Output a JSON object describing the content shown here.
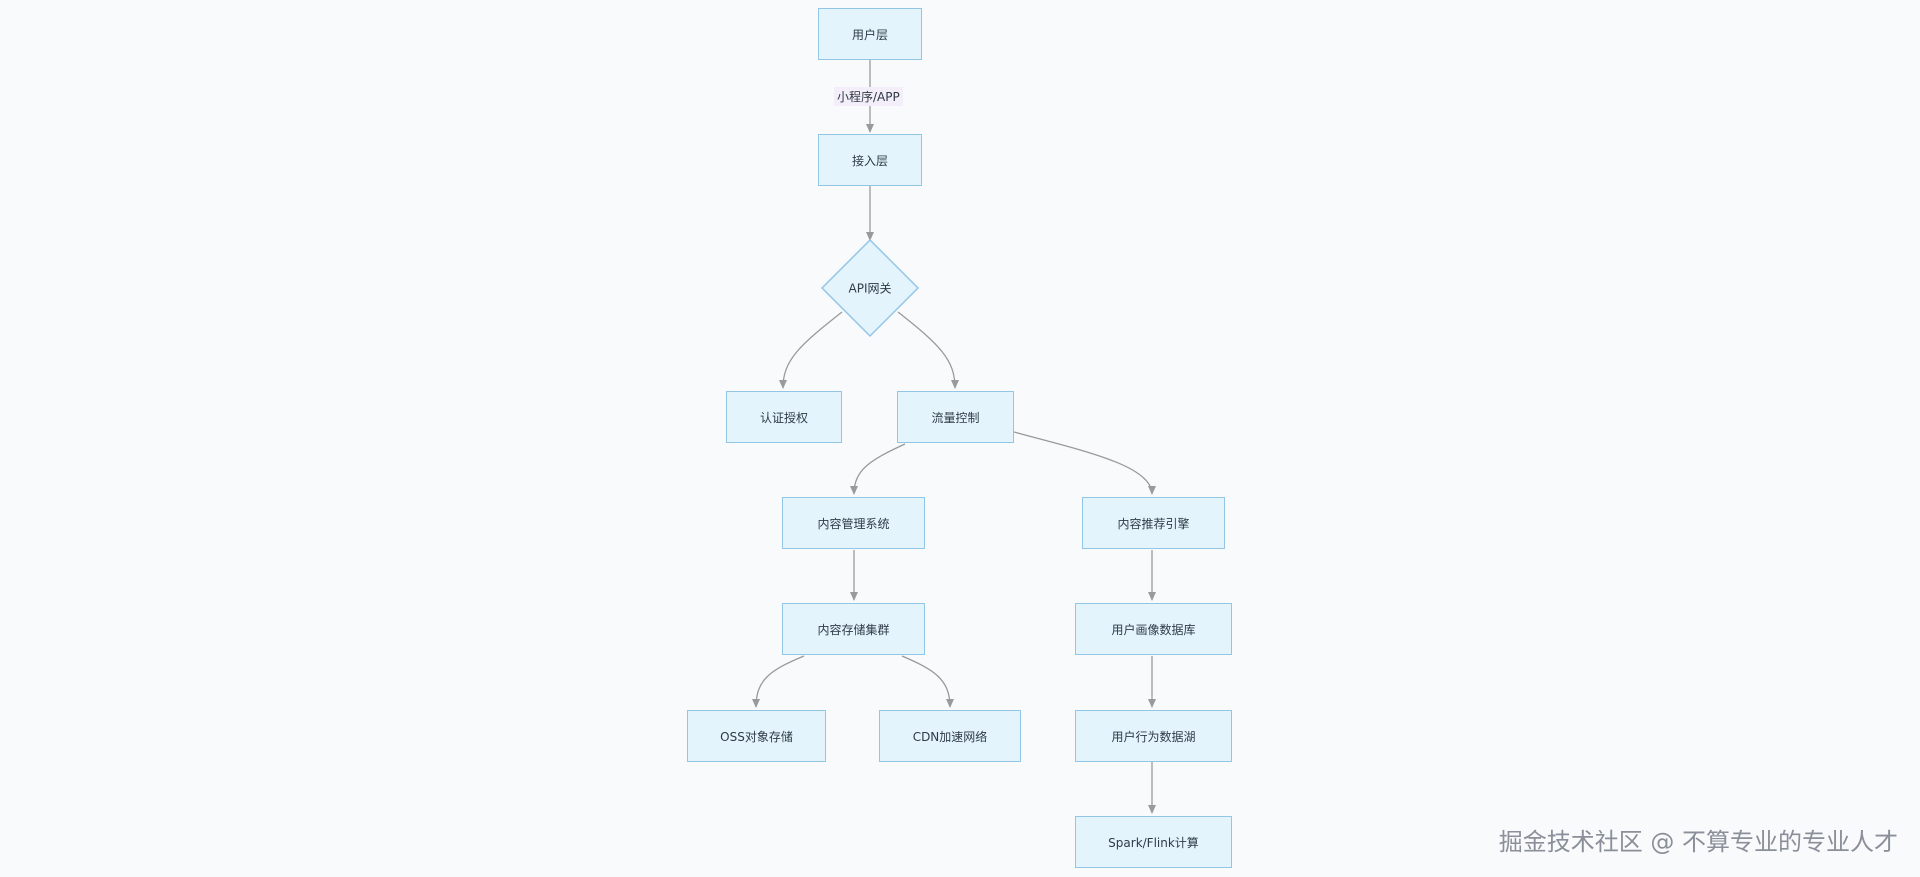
{
  "nodes": {
    "user_layer": "用户层",
    "access_layer": "接入层",
    "api_gateway": "API网关",
    "auth": "认证授权",
    "traffic_control": "流量控制",
    "cms": "内容管理系统",
    "recommend_engine": "内容推荐引擎",
    "storage_cluster": "内容存储集群",
    "user_profile_db": "用户画像数据库",
    "oss": "OSS对象存储",
    "cdn": "CDN加速网络",
    "behavior_lake": "用户行为数据湖",
    "spark_flink": "Spark/Flink计算"
  },
  "edge_labels": {
    "user_to_access": "小程序/APP"
  },
  "watermark": "掘金技术社区 @ 不算专业的专业人才",
  "colors": {
    "node_fill": "#e3f4fd",
    "node_border": "#92c5e6",
    "edge": "#9a9a9a",
    "edge_label_bg": "#f3eefa",
    "background": "#f8fafc"
  }
}
